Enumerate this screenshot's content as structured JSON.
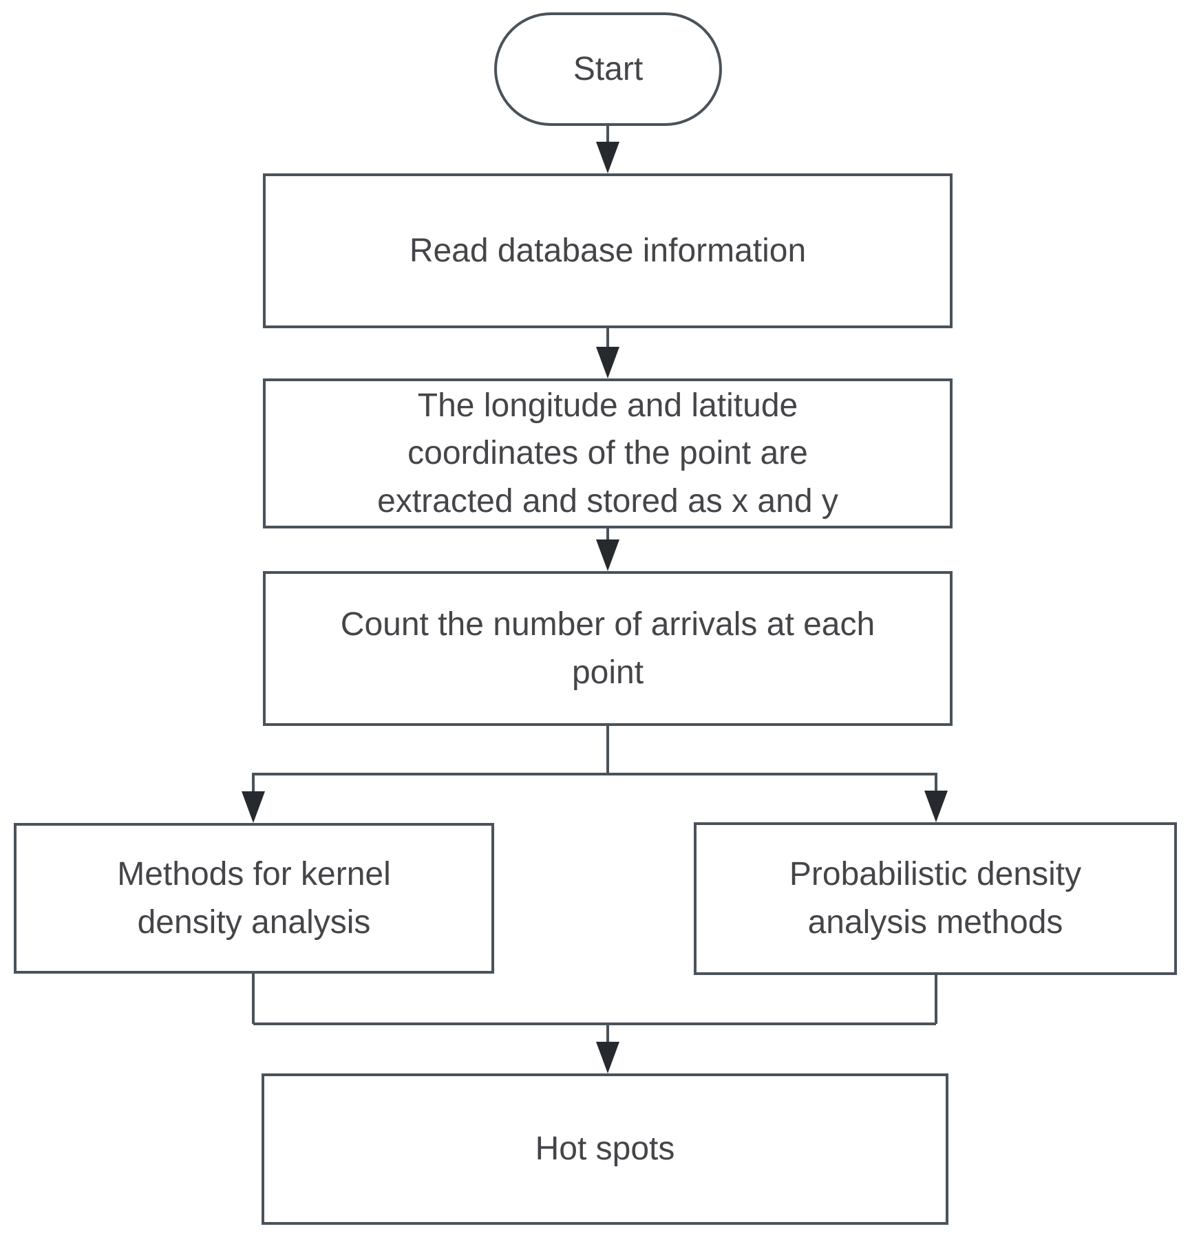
{
  "flowchart": {
    "background_color": "#ffffff",
    "line_color": "#4a525a",
    "arrow_color": "#26292d",
    "text_color": "#454549",
    "nodes": {
      "start": {
        "label": "Start",
        "shape": "terminator"
      },
      "read_database": {
        "label": "Read database information",
        "shape": "process"
      },
      "extract_coordinates": {
        "label": "The longitude and latitude\ncoordinates of the point are\nextracted and stored as x and y",
        "shape": "process"
      },
      "count_arrivals": {
        "label": "Count the number of arrivals at each\npoint",
        "shape": "process"
      },
      "kernel_density": {
        "label": "Methods for kernel\ndensity analysis",
        "shape": "process"
      },
      "probabilistic_density": {
        "label": "Probabilistic density\nanalysis methods",
        "shape": "process"
      },
      "hot_spots": {
        "label": "Hot spots",
        "shape": "process"
      }
    },
    "edges": [
      {
        "from": "start",
        "to": "read_database"
      },
      {
        "from": "read_database",
        "to": "extract_coordinates"
      },
      {
        "from": "extract_coordinates",
        "to": "count_arrivals"
      },
      {
        "from": "count_arrivals",
        "to": "kernel_density"
      },
      {
        "from": "count_arrivals",
        "to": "probabilistic_density"
      },
      {
        "from": "kernel_density",
        "to": "hot_spots"
      },
      {
        "from": "probabilistic_density",
        "to": "hot_spots"
      }
    ]
  }
}
